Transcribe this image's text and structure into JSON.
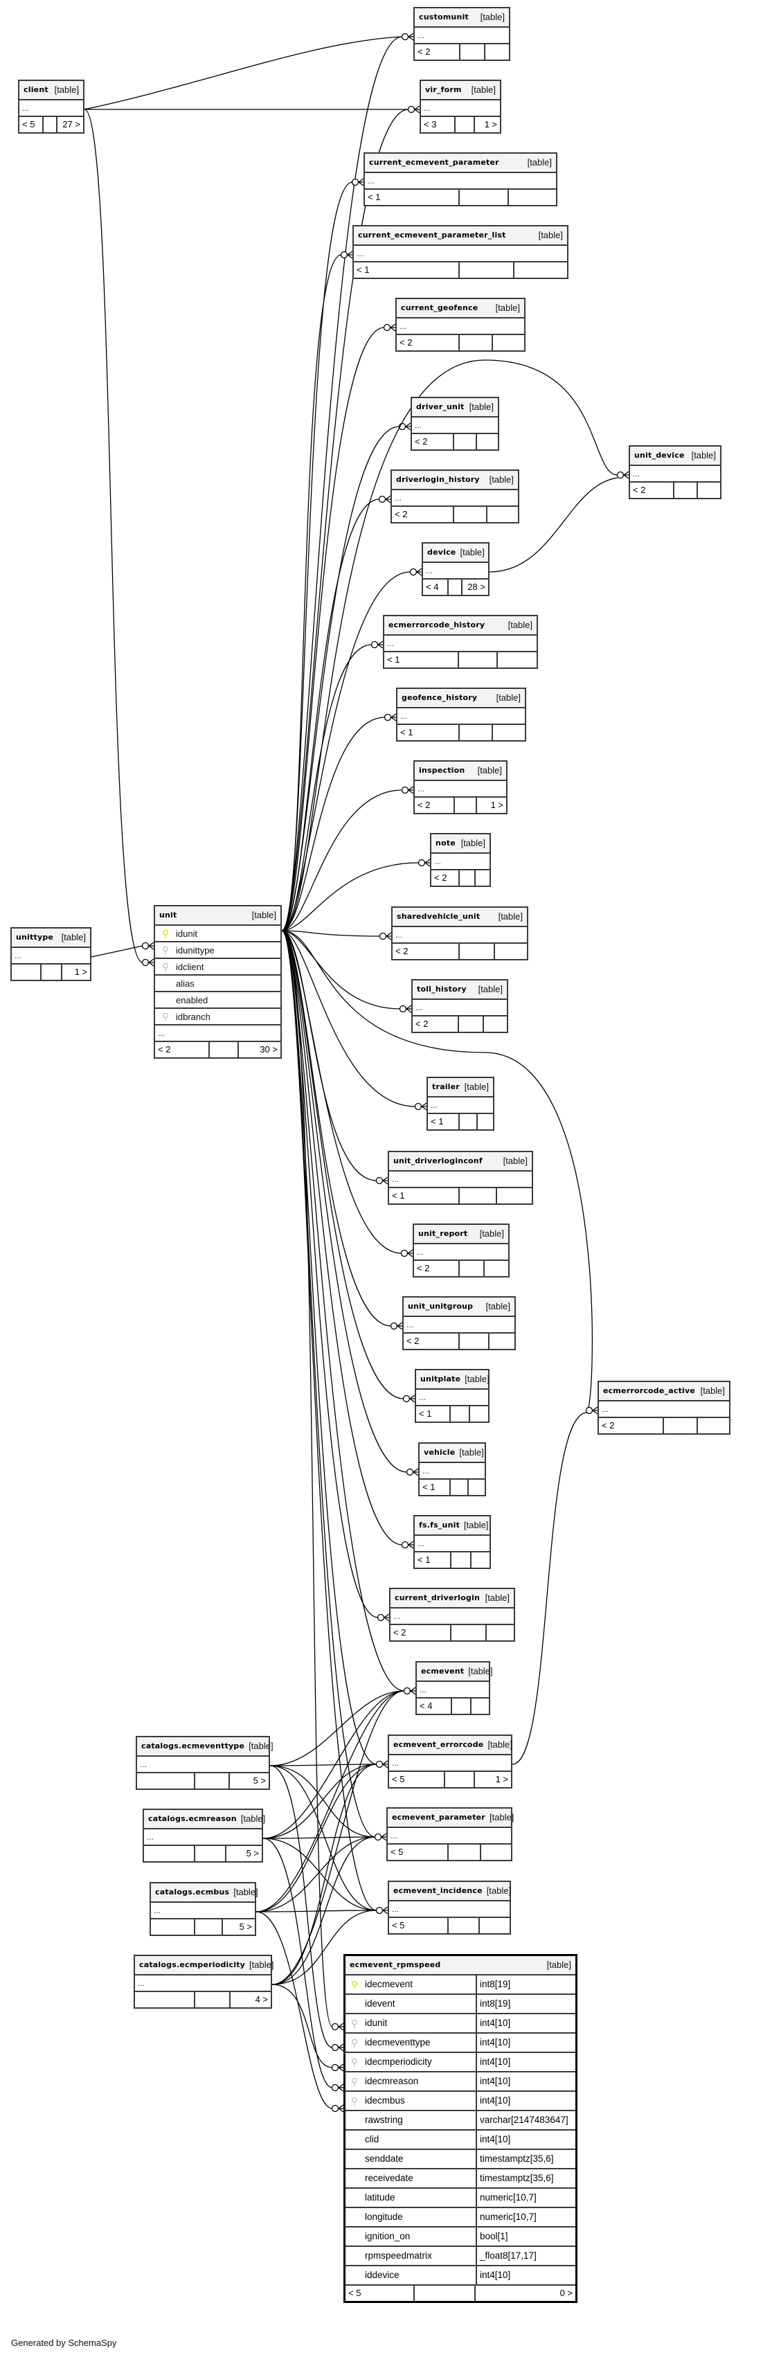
{
  "tables": [
    {
      "id": "customunit",
      "name": "customunit",
      "kind": "[table]",
      "rows": [
        "..."
      ],
      "footer": [
        "< 2",
        "",
        ""
      ]
    },
    {
      "id": "vir_form",
      "name": "vir_form",
      "kind": "[table]",
      "rows": [
        "..."
      ],
      "footer": [
        "< 3",
        "",
        "1 >"
      ]
    },
    {
      "id": "client",
      "name": "client",
      "kind": "[table]",
      "rows": [
        "..."
      ],
      "footer": [
        "< 5",
        "",
        "27 >"
      ]
    },
    {
      "id": "current_ecmevent_parameter",
      "name": "current_ecmevent_parameter",
      "kind": "[table]",
      "rows": [
        "..."
      ],
      "footer": [
        "< 1",
        "",
        ""
      ]
    },
    {
      "id": "current_ecmevent_parameter_list",
      "name": "current_ecmevent_parameter_list",
      "kind": "[table]",
      "rows": [
        "..."
      ],
      "footer": [
        "< 1",
        "",
        ""
      ]
    },
    {
      "id": "current_geofence",
      "name": "current_geofence",
      "kind": "[table]",
      "rows": [
        "..."
      ],
      "footer": [
        "< 2",
        "",
        ""
      ]
    },
    {
      "id": "driver_unit",
      "name": "driver_unit",
      "kind": "[table]",
      "rows": [
        "..."
      ],
      "footer": [
        "< 2",
        "",
        ""
      ]
    },
    {
      "id": "unit_device",
      "name": "unit_device",
      "kind": "[table]",
      "rows": [
        "..."
      ],
      "footer": [
        "< 2",
        "",
        ""
      ]
    },
    {
      "id": "driverlogin_history",
      "name": "driverlogin_history",
      "kind": "[table]",
      "rows": [
        "..."
      ],
      "footer": [
        "< 2",
        "",
        ""
      ]
    },
    {
      "id": "device",
      "name": "device",
      "kind": "[table]",
      "rows": [
        "..."
      ],
      "footer": [
        "< 4",
        "",
        "28 >"
      ]
    },
    {
      "id": "ecmerrorcode_history",
      "name": "ecmerrorcode_history",
      "kind": "[table]",
      "rows": [
        "..."
      ],
      "footer": [
        "< 1",
        "",
        ""
      ]
    },
    {
      "id": "geofence_history",
      "name": "geofence_history",
      "kind": "[table]",
      "rows": [
        "..."
      ],
      "footer": [
        "< 1",
        "",
        ""
      ]
    },
    {
      "id": "inspection",
      "name": "inspection",
      "kind": "[table]",
      "rows": [
        "..."
      ],
      "footer": [
        "< 2",
        "",
        "1 >"
      ]
    },
    {
      "id": "note",
      "name": "note",
      "kind": "[table]",
      "rows": [
        "..."
      ],
      "footer": [
        "< 2",
        "",
        ""
      ]
    },
    {
      "id": "unittype",
      "name": "unittype",
      "kind": "[table]",
      "rows": [
        "..."
      ],
      "footer": [
        "",
        "",
        "1 >"
      ]
    },
    {
      "id": "sharedvehicle_unit",
      "name": "sharedvehicle_unit",
      "kind": "[table]",
      "rows": [
        "..."
      ],
      "footer": [
        "< 2",
        "",
        ""
      ]
    },
    {
      "id": "toll_history",
      "name": "toll_history",
      "kind": "[table]",
      "rows": [
        "..."
      ],
      "footer": [
        "< 2",
        "",
        ""
      ]
    },
    {
      "id": "trailer",
      "name": "trailer",
      "kind": "[table]",
      "rows": [
        "..."
      ],
      "footer": [
        "< 1",
        "",
        ""
      ]
    },
    {
      "id": "unit_driverloginconf",
      "name": "unit_driverloginconf",
      "kind": "[table]",
      "rows": [
        "..."
      ],
      "footer": [
        "< 1",
        "",
        ""
      ]
    },
    {
      "id": "unit_report",
      "name": "unit_report",
      "kind": "[table]",
      "rows": [
        "..."
      ],
      "footer": [
        "< 2",
        "",
        ""
      ]
    },
    {
      "id": "unit_unitgroup",
      "name": "unit_unitgroup",
      "kind": "[table]",
      "rows": [
        "..."
      ],
      "footer": [
        "< 2",
        "",
        ""
      ]
    },
    {
      "id": "unitplate",
      "name": "unitplate",
      "kind": "[table]",
      "rows": [
        "..."
      ],
      "footer": [
        "< 1",
        "",
        ""
      ]
    },
    {
      "id": "ecmerrorcode_active",
      "name": "ecmerrorcode_active",
      "kind": "[table]",
      "rows": [
        "..."
      ],
      "footer": [
        "< 2",
        "",
        ""
      ]
    },
    {
      "id": "vehicle",
      "name": "vehicle",
      "kind": "[table]",
      "rows": [
        "..."
      ],
      "footer": [
        "< 1",
        "",
        ""
      ]
    },
    {
      "id": "fs_fs_unit",
      "name": "fs.fs_unit",
      "kind": "[table]",
      "rows": [
        "..."
      ],
      "footer": [
        "< 1",
        "",
        ""
      ]
    },
    {
      "id": "current_driverlogin",
      "name": "current_driverlogin",
      "kind": "[table]",
      "rows": [
        "..."
      ],
      "footer": [
        "< 2",
        "",
        ""
      ]
    },
    {
      "id": "ecmevent",
      "name": "ecmevent",
      "kind": "[table]",
      "rows": [
        "..."
      ],
      "footer": [
        "< 4",
        "",
        ""
      ]
    },
    {
      "id": "catalogs_ecmeventtype",
      "name": "catalogs.ecmeventtype",
      "kind": "[table]",
      "rows": [
        "..."
      ],
      "footer": [
        "",
        "",
        "5 >"
      ]
    },
    {
      "id": "ecmevent_errorcode",
      "name": "ecmevent_errorcode",
      "kind": "[table]",
      "rows": [
        "..."
      ],
      "footer": [
        "< 5",
        "",
        "1 >"
      ]
    },
    {
      "id": "catalogs_ecmreason",
      "name": "catalogs.ecmreason",
      "kind": "[table]",
      "rows": [
        "..."
      ],
      "footer": [
        "",
        "",
        "5 >"
      ]
    },
    {
      "id": "ecmevent_parameter",
      "name": "ecmevent_parameter",
      "kind": "[table]",
      "rows": [
        "..."
      ],
      "footer": [
        "< 5",
        "",
        ""
      ]
    },
    {
      "id": "catalogs_ecmbus",
      "name": "catalogs.ecmbus",
      "kind": "[table]",
      "rows": [
        "..."
      ],
      "footer": [
        "",
        "",
        "5 >"
      ]
    },
    {
      "id": "ecmevent_incidence",
      "name": "ecmevent_incidence",
      "kind": "[table]",
      "rows": [
        "..."
      ],
      "footer": [
        "< 5",
        "",
        ""
      ]
    },
    {
      "id": "catalogs_ecmperiodicity",
      "name": "catalogs.ecmperiodicity",
      "kind": "[table]",
      "rows": [
        "..."
      ],
      "footer": [
        "",
        "",
        "4 >"
      ]
    }
  ],
  "unit": {
    "name": "unit",
    "kind": "[table]",
    "columns": [
      {
        "name": "idunit",
        "key": "pk"
      },
      {
        "name": "idunittype",
        "key": "fk"
      },
      {
        "name": "idclient",
        "key": "fk"
      },
      {
        "name": "alias",
        "key": "none"
      },
      {
        "name": "enabled",
        "key": "none"
      },
      {
        "name": "idbranch",
        "key": "fk"
      }
    ],
    "more": "...",
    "footer": [
      "< 2",
      "",
      "30 >"
    ]
  },
  "focus": {
    "name": "ecmevent_rpmspeed",
    "kind": "[table]",
    "columns": [
      {
        "name": "idecmevent",
        "type": "int8[19]",
        "key": "pk"
      },
      {
        "name": "idevent",
        "type": "int8[19]",
        "key": "none"
      },
      {
        "name": "idunit",
        "type": "int4[10]",
        "key": "fk"
      },
      {
        "name": "idecmeventtype",
        "type": "int4[10]",
        "key": "fk"
      },
      {
        "name": "idecmperiodicity",
        "type": "int4[10]",
        "key": "fk"
      },
      {
        "name": "idecmreason",
        "type": "int4[10]",
        "key": "fk"
      },
      {
        "name": "idecmbus",
        "type": "int4[10]",
        "key": "fk"
      },
      {
        "name": "rawstring",
        "type": "varchar[2147483647]",
        "key": "none"
      },
      {
        "name": "clid",
        "type": "int4[10]",
        "key": "none"
      },
      {
        "name": "senddate",
        "type": "timestamptz[35,6]",
        "key": "none"
      },
      {
        "name": "receivedate",
        "type": "timestamptz[35,6]",
        "key": "none"
      },
      {
        "name": "latitude",
        "type": "numeric[10,7]",
        "key": "none"
      },
      {
        "name": "longitude",
        "type": "numeric[10,7]",
        "key": "none"
      },
      {
        "name": "ignition_on",
        "type": "bool[1]",
        "key": "none"
      },
      {
        "name": "rpmspeedmatrix",
        "type": "_float8[17,17]",
        "key": "none"
      },
      {
        "name": "iddevice",
        "type": "int4[10]",
        "key": "none"
      }
    ],
    "footer": [
      "< 5",
      "",
      "0 >"
    ]
  },
  "icons": {
    "pk": "primary-key-icon",
    "fk": "foreign-key-icon",
    "key_glyph": "⚲"
  },
  "credit": "Generated by SchemaSpy"
}
